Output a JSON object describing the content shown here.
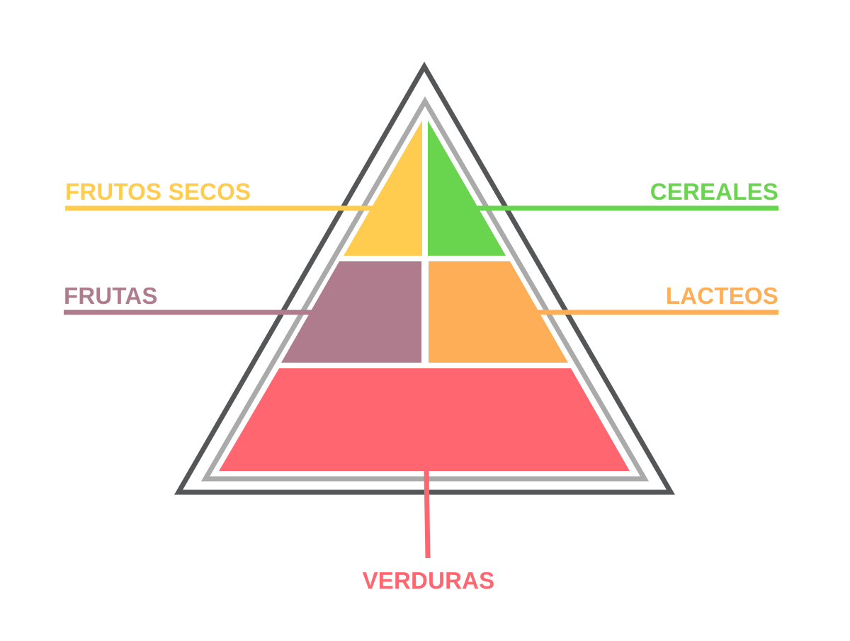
{
  "diagram": {
    "type": "food-pyramid",
    "background": "#ffffff",
    "outer_triangle_color": "#555657",
    "inner_triangle_color": "#a9aaa9",
    "divider_color": "#ffffff"
  },
  "sections": {
    "frutos_secos": {
      "label": "FRUTOS SECOS",
      "color": "#ffcc4f",
      "position": "top-left"
    },
    "cereales": {
      "label": "CEREALES",
      "color": "#69d44e",
      "position": "top-right"
    },
    "frutas": {
      "label": "FRUTAS",
      "color": "#ae7c8c",
      "position": "middle-left"
    },
    "lacteos": {
      "label": "LACTEOS",
      "color": "#feae56",
      "position": "middle-right"
    },
    "verduras": {
      "label": "VERDURAS",
      "color": "#ff6670",
      "position": "bottom"
    }
  }
}
